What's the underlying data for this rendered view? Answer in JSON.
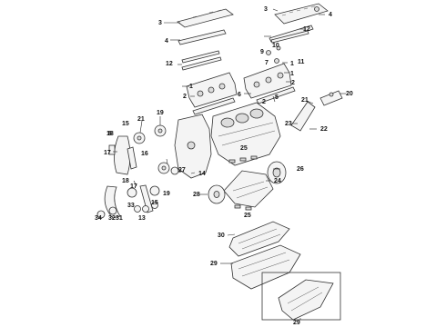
{
  "diagram": {
    "callouts": [
      {
        "id": "c1",
        "text": "1"
      },
      {
        "id": "c2",
        "text": "1"
      },
      {
        "id": "c3",
        "text": "1"
      },
      {
        "id": "c4",
        "text": "2"
      },
      {
        "id": "c5",
        "text": "2"
      },
      {
        "id": "c6",
        "text": "2"
      },
      {
        "id": "c7",
        "text": "3"
      },
      {
        "id": "c8",
        "text": "3"
      },
      {
        "id": "c9",
        "text": "4"
      },
      {
        "id": "c10",
        "text": "4"
      },
      {
        "id": "c11",
        "text": "5"
      },
      {
        "id": "c12",
        "text": "6"
      },
      {
        "id": "c13",
        "text": "7"
      },
      {
        "id": "c14",
        "text": "8"
      },
      {
        "id": "c15",
        "text": "9"
      },
      {
        "id": "c16",
        "text": "10"
      },
      {
        "id": "c17",
        "text": "11"
      },
      {
        "id": "c18",
        "text": "12"
      },
      {
        "id": "c19",
        "text": "12"
      },
      {
        "id": "c20",
        "text": "13"
      },
      {
        "id": "c21",
        "text": "14"
      },
      {
        "id": "c22",
        "text": "15"
      },
      {
        "id": "c23",
        "text": "15"
      },
      {
        "id": "c24",
        "text": "16"
      },
      {
        "id": "c25",
        "text": "17"
      },
      {
        "id": "c26",
        "text": "17"
      },
      {
        "id": "c27",
        "text": "18"
      },
      {
        "id": "c28",
        "text": "18"
      },
      {
        "id": "c29",
        "text": "19"
      },
      {
        "id": "c30",
        "text": "19"
      },
      {
        "id": "c31",
        "text": "20"
      },
      {
        "id": "c32",
        "text": "21"
      },
      {
        "id": "c33",
        "text": "21"
      },
      {
        "id": "c34",
        "text": "22"
      },
      {
        "id": "c35",
        "text": "23"
      },
      {
        "id": "c36",
        "text": "24"
      },
      {
        "id": "c37",
        "text": "25"
      },
      {
        "id": "c38",
        "text": "25"
      },
      {
        "id": "c39",
        "text": "26"
      },
      {
        "id": "c40",
        "text": "27"
      },
      {
        "id": "c41",
        "text": "28"
      },
      {
        "id": "c42",
        "text": "29"
      },
      {
        "id": "c43",
        "text": "29"
      },
      {
        "id": "c44",
        "text": "30"
      },
      {
        "id": "c45",
        "text": "31"
      },
      {
        "id": "c46",
        "text": "32"
      },
      {
        "id": "c47",
        "text": "33"
      },
      {
        "id": "c48",
        "text": "34"
      }
    ]
  }
}
